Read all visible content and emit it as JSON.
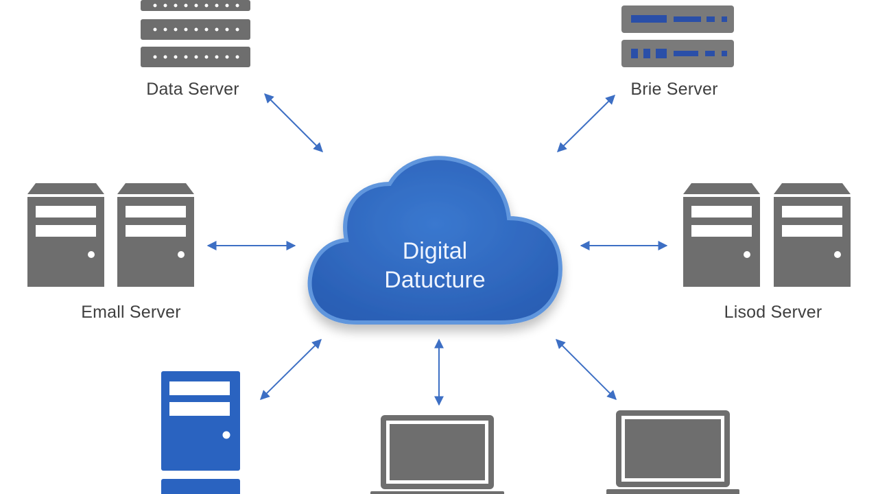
{
  "center": {
    "line1": "Digital",
    "line2": "Datucture"
  },
  "nodes": {
    "data_server": "Data Server",
    "file_server": "Brie Server",
    "email_server": "Emall Server",
    "load_server": "Lisod Server"
  },
  "colors": {
    "cloud_fill": "#2f6cc2",
    "cloud_edge": "#6096dd",
    "device_gray": "#6e6e6e",
    "accent_blue": "#2a63c0",
    "arrow": "#3d6fc4"
  }
}
